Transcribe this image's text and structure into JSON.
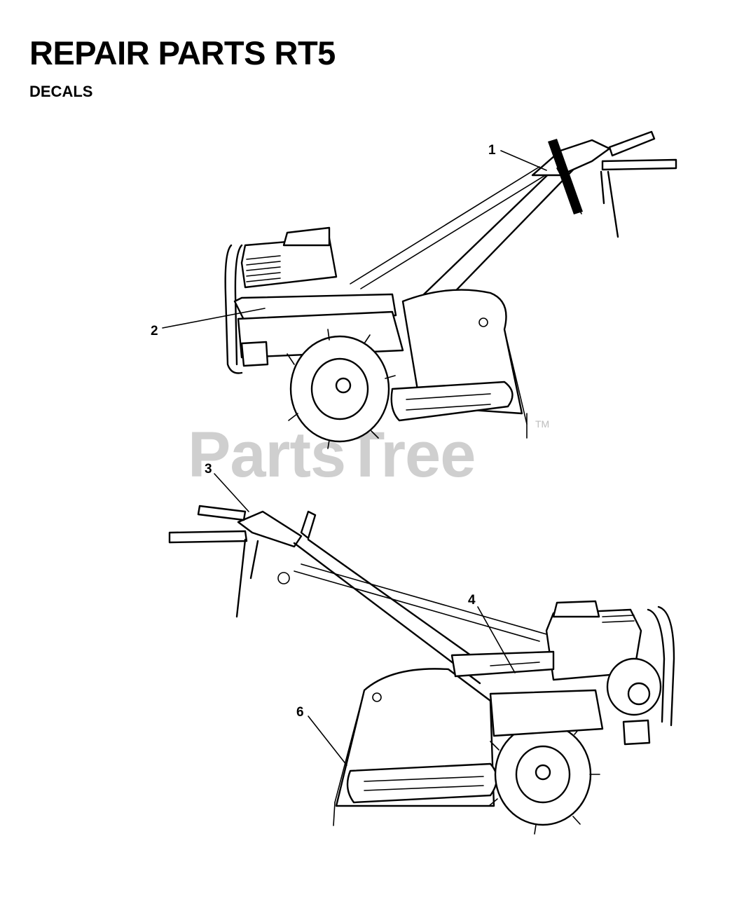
{
  "header": {
    "title": "REPAIR PARTS RT5",
    "subtitle": "DECALS"
  },
  "watermark": {
    "text": "PartsTree",
    "trademark": "TM",
    "color": "#cfcfcf"
  },
  "callouts": [
    {
      "id": "1",
      "label": "1"
    },
    {
      "id": "2",
      "label": "2"
    },
    {
      "id": "3",
      "label": "3"
    },
    {
      "id": "4",
      "label": "4"
    },
    {
      "id": "6",
      "label": "6"
    }
  ]
}
